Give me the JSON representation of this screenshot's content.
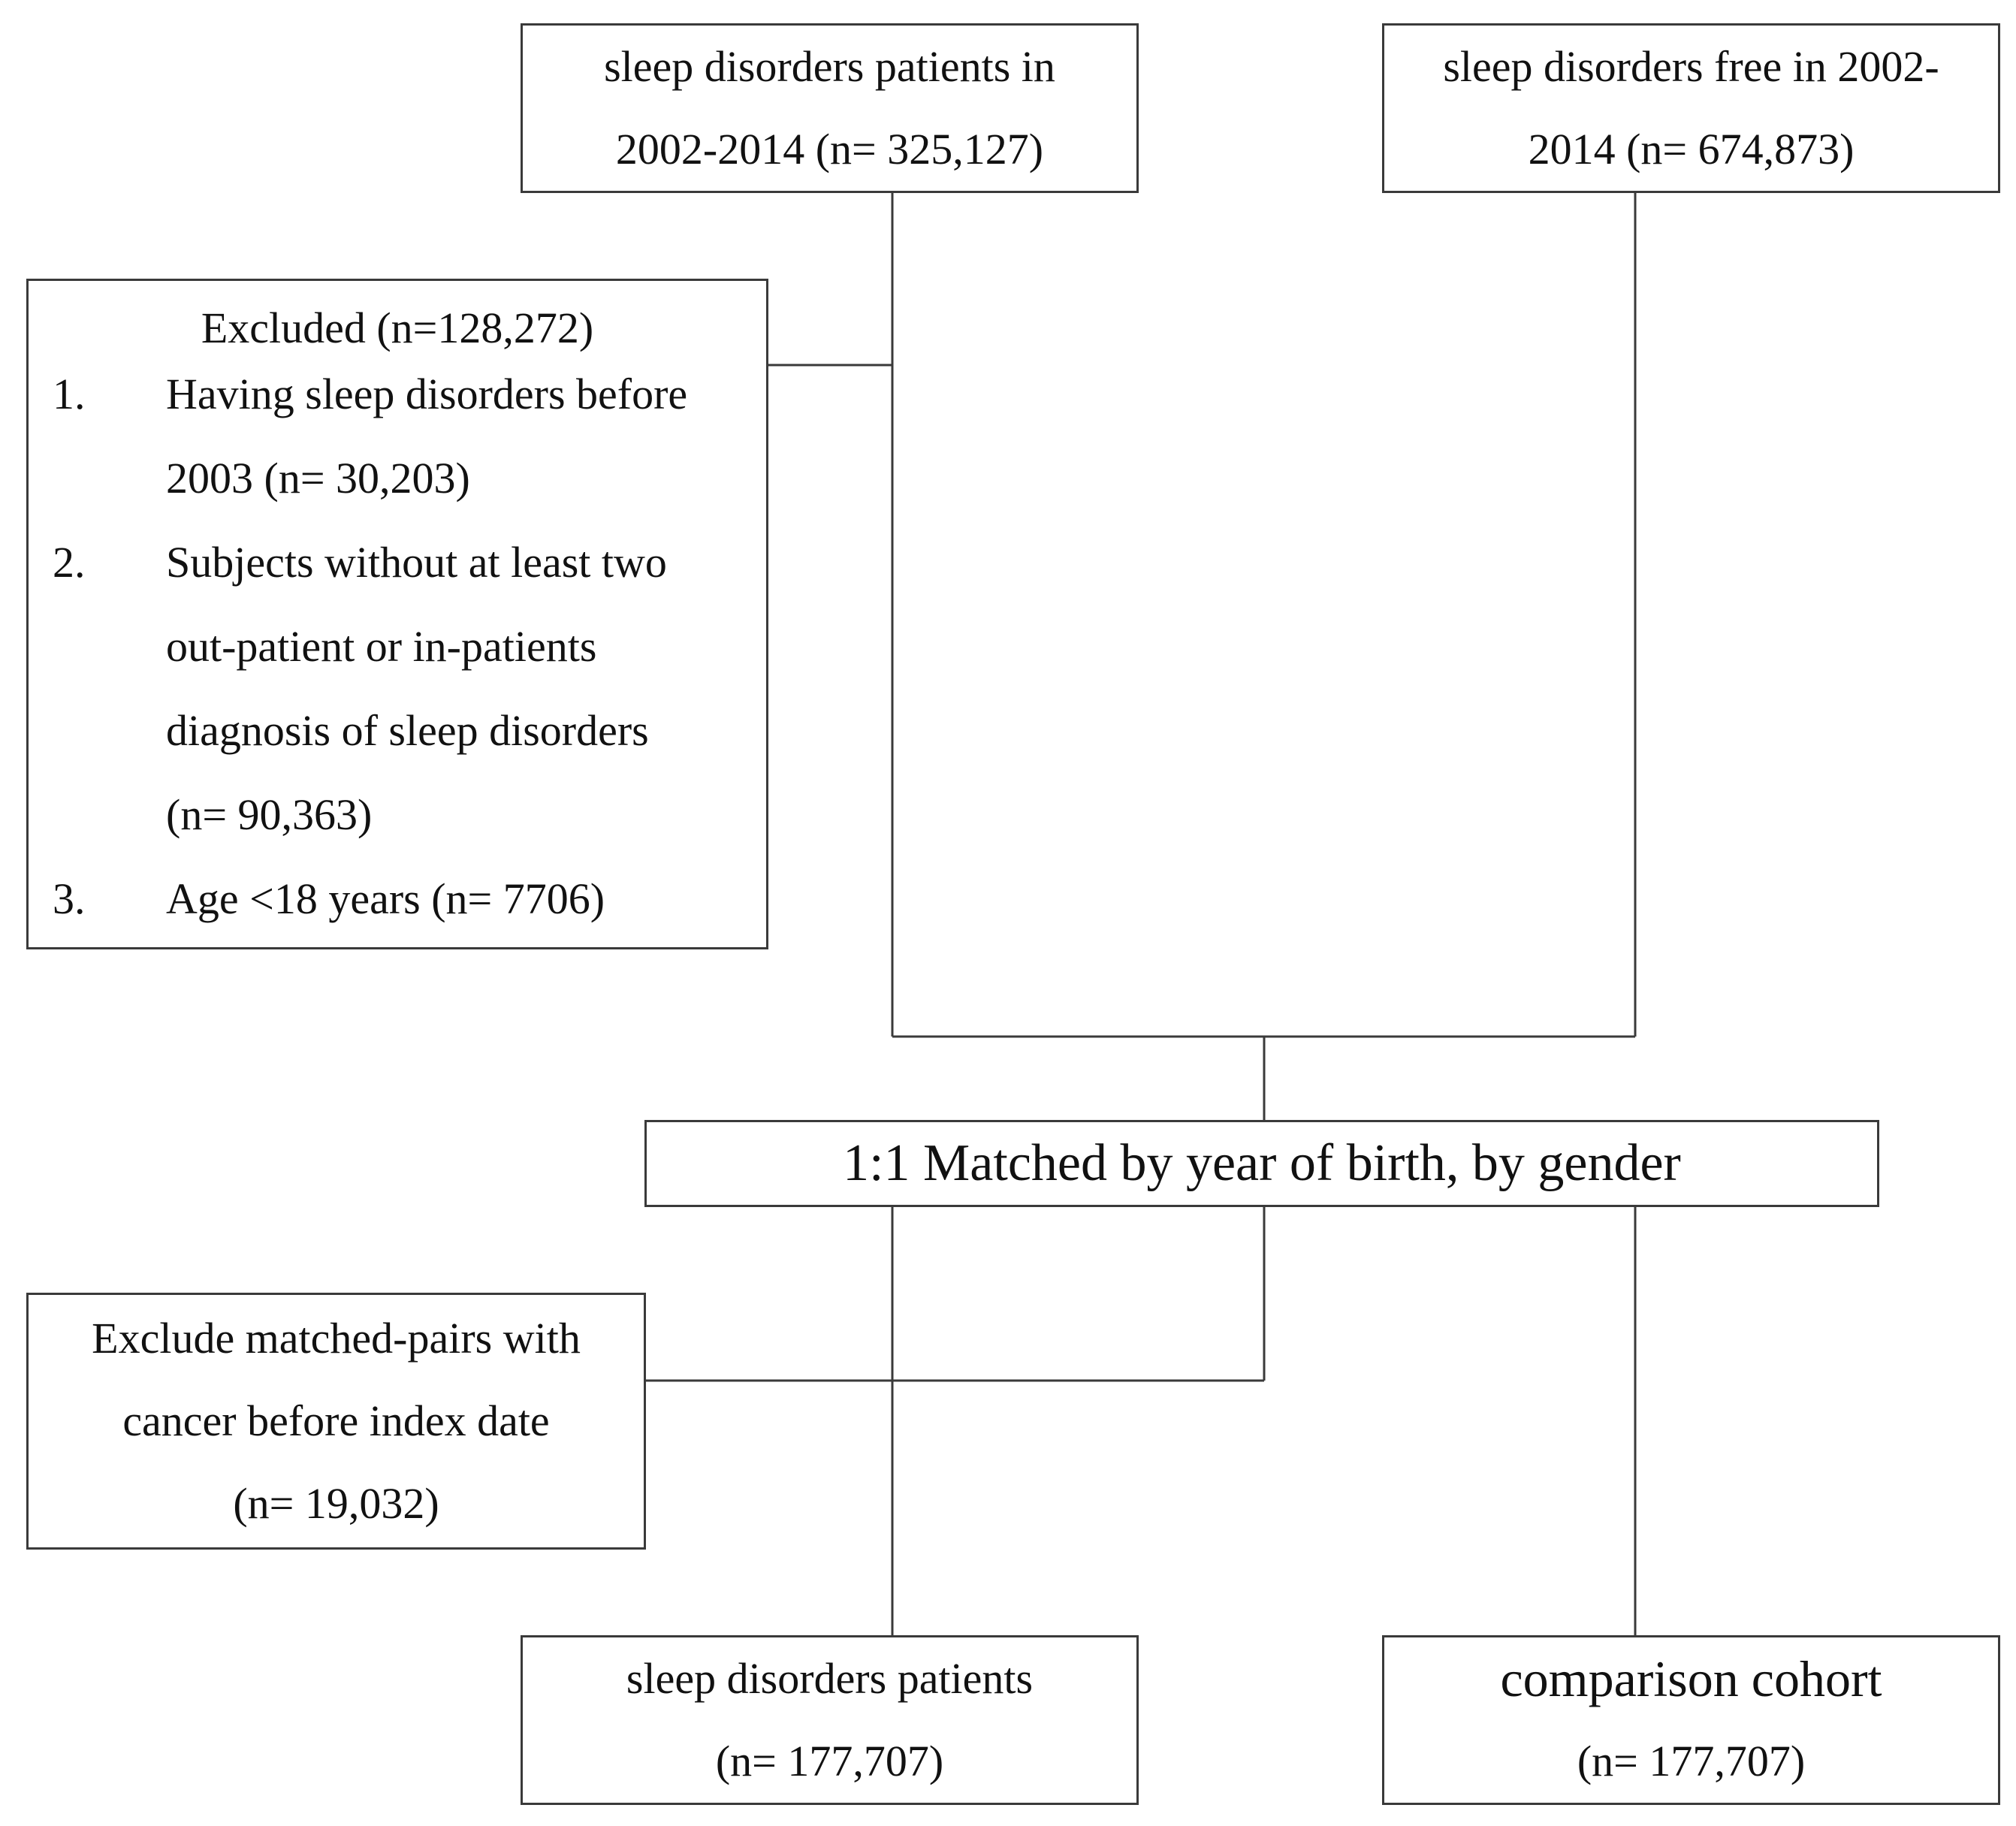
{
  "boxes": {
    "sleep_patients": {
      "lines": [
        "sleep disorders patients in",
        "2002-2014 (n= 325,127)"
      ]
    },
    "sleep_free": {
      "lines": [
        "sleep disorders free in 2002-",
        "2014 (n= 674,873)"
      ]
    },
    "excluded": {
      "title": "Excluded (n=128,272)",
      "items": [
        {
          "num": "1.",
          "lines": [
            "Having sleep disorders before",
            "2003 (n= 30,203)"
          ]
        },
        {
          "num": "2.",
          "lines": [
            "Subjects without at least two",
            "out-patient or in-patients",
            "diagnosis of sleep disorders",
            "(n= 90,363)"
          ]
        },
        {
          "num": "3.",
          "lines": [
            "Age <18 years (n= 7706)"
          ]
        }
      ]
    },
    "matched": {
      "label": "1:1 Matched by year of birth, by gender"
    },
    "excluded_pairs": {
      "lines": [
        "Exclude matched-pairs with",
        "cancer before index date",
        "(n= 19,032)"
      ]
    },
    "result_patients": {
      "lines": [
        "sleep disorders patients",
        "(n= 177,707)"
      ]
    },
    "result_comparison": {
      "lines": [
        "comparison cohort",
        "(n= 177,707)"
      ]
    }
  },
  "colors": {
    "border": "#3a3a3a",
    "text": "#111111",
    "background": "#ffffff"
  }
}
